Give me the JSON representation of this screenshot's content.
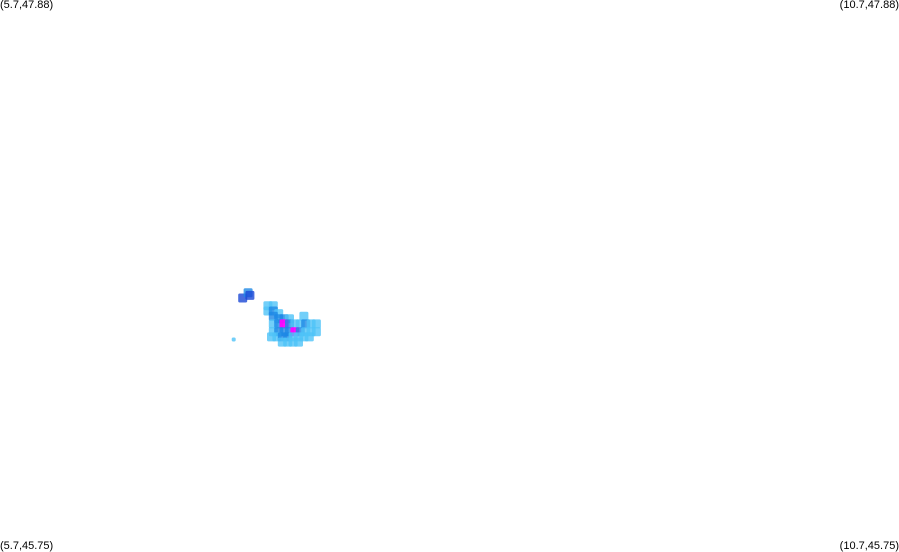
{
  "corners": {
    "top_left": "(5.7,47.88)",
    "top_right": "(10.7,47.88)",
    "bottom_left": "(5.7,45.75)",
    "bottom_right": "(10.7,45.75)"
  },
  "extent": {
    "lon_min": 5.7,
    "lon_max": 10.7,
    "lat_min": 45.75,
    "lat_max": 47.88
  },
  "colors": {
    "background": "#ffffff",
    "level_low": "#4fc3f7",
    "level_mid": "#1e88e5",
    "level_high": "#1a47d6",
    "level_peak": "#ff00ff"
  },
  "cells": [
    {
      "lon": 7.05,
      "lat": 46.73,
      "level": "high"
    },
    {
      "lon": 7.08,
      "lat": 46.75,
      "level": "mid"
    },
    {
      "lon": 7.09,
      "lat": 46.74,
      "level": "high"
    },
    {
      "lon": 7.0,
      "lat": 46.57,
      "level": "low"
    },
    {
      "lon": 7.19,
      "lat": 46.7,
      "level": "low"
    },
    {
      "lon": 7.22,
      "lat": 46.7,
      "level": "low"
    },
    {
      "lon": 7.19,
      "lat": 46.68,
      "level": "low"
    },
    {
      "lon": 7.22,
      "lat": 46.68,
      "level": "mid"
    },
    {
      "lon": 7.25,
      "lat": 46.67,
      "level": "low"
    },
    {
      "lon": 7.22,
      "lat": 46.66,
      "level": "mid"
    },
    {
      "lon": 7.25,
      "lat": 46.65,
      "level": "mid"
    },
    {
      "lon": 7.28,
      "lat": 46.65,
      "level": "mid"
    },
    {
      "lon": 7.31,
      "lat": 46.65,
      "level": "low"
    },
    {
      "lon": 7.39,
      "lat": 46.66,
      "level": "low"
    },
    {
      "lon": 7.22,
      "lat": 46.63,
      "level": "low"
    },
    {
      "lon": 7.25,
      "lat": 46.63,
      "level": "mid"
    },
    {
      "lon": 7.28,
      "lat": 46.63,
      "level": "peak"
    },
    {
      "lon": 7.31,
      "lat": 46.63,
      "level": "mid"
    },
    {
      "lon": 7.34,
      "lat": 46.63,
      "level": "low"
    },
    {
      "lon": 7.37,
      "lat": 46.63,
      "level": "low"
    },
    {
      "lon": 7.4,
      "lat": 46.63,
      "level": "mid"
    },
    {
      "lon": 7.43,
      "lat": 46.63,
      "level": "low"
    },
    {
      "lon": 7.46,
      "lat": 46.63,
      "level": "low"
    },
    {
      "lon": 7.22,
      "lat": 46.6,
      "level": "low"
    },
    {
      "lon": 7.25,
      "lat": 46.6,
      "level": "mid"
    },
    {
      "lon": 7.28,
      "lat": 46.6,
      "level": "mid"
    },
    {
      "lon": 7.31,
      "lat": 46.6,
      "level": "mid"
    },
    {
      "lon": 7.34,
      "lat": 46.6,
      "level": "peak"
    },
    {
      "lon": 7.37,
      "lat": 46.6,
      "level": "mid"
    },
    {
      "lon": 7.4,
      "lat": 46.6,
      "level": "low"
    },
    {
      "lon": 7.43,
      "lat": 46.6,
      "level": "low"
    },
    {
      "lon": 7.46,
      "lat": 46.6,
      "level": "low"
    },
    {
      "lon": 7.21,
      "lat": 46.58,
      "level": "low"
    },
    {
      "lon": 7.24,
      "lat": 46.58,
      "level": "low"
    },
    {
      "lon": 7.27,
      "lat": 46.58,
      "level": "mid"
    },
    {
      "lon": 7.3,
      "lat": 46.58,
      "level": "mid"
    },
    {
      "lon": 7.33,
      "lat": 46.58,
      "level": "low"
    },
    {
      "lon": 7.36,
      "lat": 46.58,
      "level": "low"
    },
    {
      "lon": 7.39,
      "lat": 46.58,
      "level": "low"
    },
    {
      "lon": 7.42,
      "lat": 46.58,
      "level": "low"
    },
    {
      "lon": 7.27,
      "lat": 46.56,
      "level": "low"
    },
    {
      "lon": 7.3,
      "lat": 46.56,
      "level": "low"
    },
    {
      "lon": 7.33,
      "lat": 46.56,
      "level": "low"
    },
    {
      "lon": 7.36,
      "lat": 46.56,
      "level": "low"
    }
  ]
}
